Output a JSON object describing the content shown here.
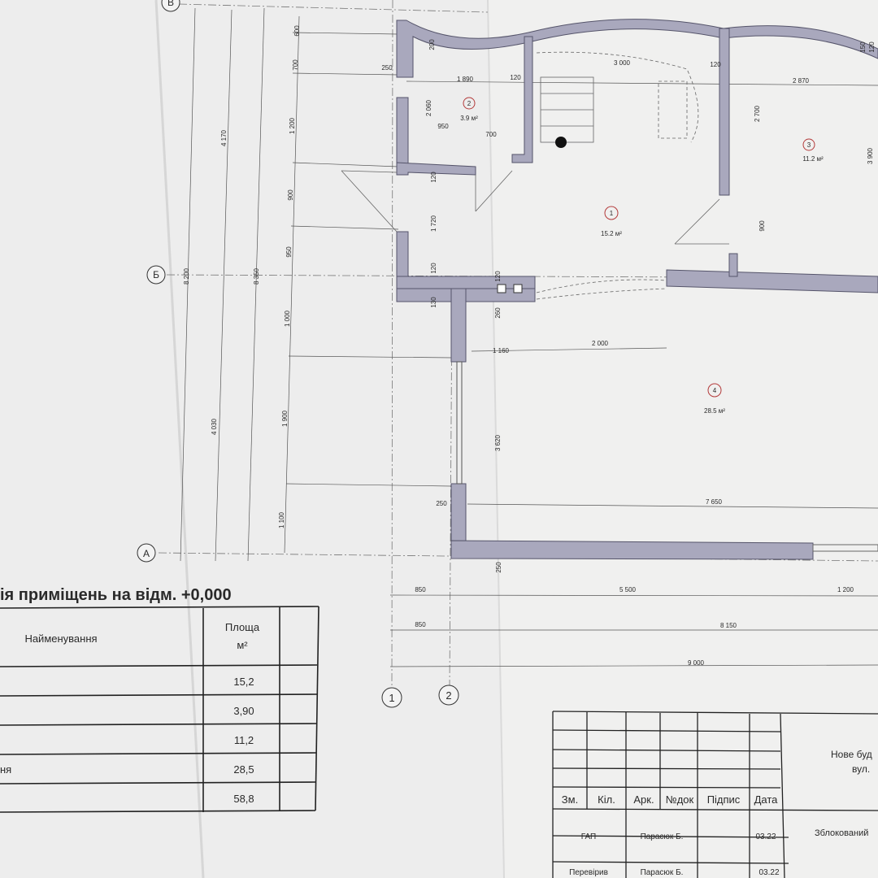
{
  "grid_rows": [
    "В",
    "Б",
    "А"
  ],
  "grid_cols": [
    "1",
    "2"
  ],
  "rooms": [
    {
      "num": "1",
      "area": "15.2 м²"
    },
    {
      "num": "2",
      "area": "3.9 м²"
    },
    {
      "num": "3",
      "area": "11.2 м²"
    },
    {
      "num": "4",
      "area": "28.5 м²"
    }
  ],
  "dims": {
    "left_segments": [
      "600",
      "700",
      "1 200",
      "900",
      "950",
      "1 000",
      "1 900",
      "1 100"
    ],
    "left_totals": [
      "4 170",
      "8 200",
      "8 350",
      "4 030"
    ],
    "top": [
      "1 890",
      "3 000",
      "2 870",
      "250",
      "120",
      "120",
      "200",
      "150",
      "120"
    ],
    "room2": [
      "2 060",
      "950",
      "700"
    ],
    "mid_vertical": [
      "120",
      "1 720",
      "120",
      "120",
      "260",
      "130",
      "3 620",
      "2 700",
      "900",
      "3 900"
    ],
    "mid_horizontal": [
      "1 160",
      "2 000",
      "7 650",
      "250",
      "250"
    ],
    "bottom": [
      "850",
      "5 500",
      "1 200",
      "850",
      "8 150",
      "9 000"
    ]
  },
  "explication": {
    "title": "ія приміщень на відм. +0,000",
    "col_name": "Найменування",
    "col_area": "Площа",
    "col_area_unit": "м²",
    "rows": [
      {
        "name": "",
        "area": "15,2"
      },
      {
        "name": "",
        "area": "3,90"
      },
      {
        "name": "",
        "area": "11,2"
      },
      {
        "name": "ня",
        "area": "28,5"
      },
      {
        "name": "",
        "area": "58,8"
      }
    ]
  },
  "stamp": {
    "headers": [
      "Зм.",
      "Кіл.",
      "Арк.",
      "№док",
      "Підпис",
      "Дата"
    ],
    "rows": [
      {
        "role": "ГАП",
        "name": "Парасюк Б.",
        "date": "03.22"
      },
      {
        "role": "Перевірив",
        "name": "Парасюк Б.",
        "date": "03.22"
      }
    ],
    "project": "Нове буд",
    "street": "вул.",
    "building": "Зблокований"
  },
  "colors": {
    "paper": "#efefee",
    "wall": "#a9a8bd",
    "ink": "#2a2a2a",
    "room_mark": "#b33a3a"
  }
}
